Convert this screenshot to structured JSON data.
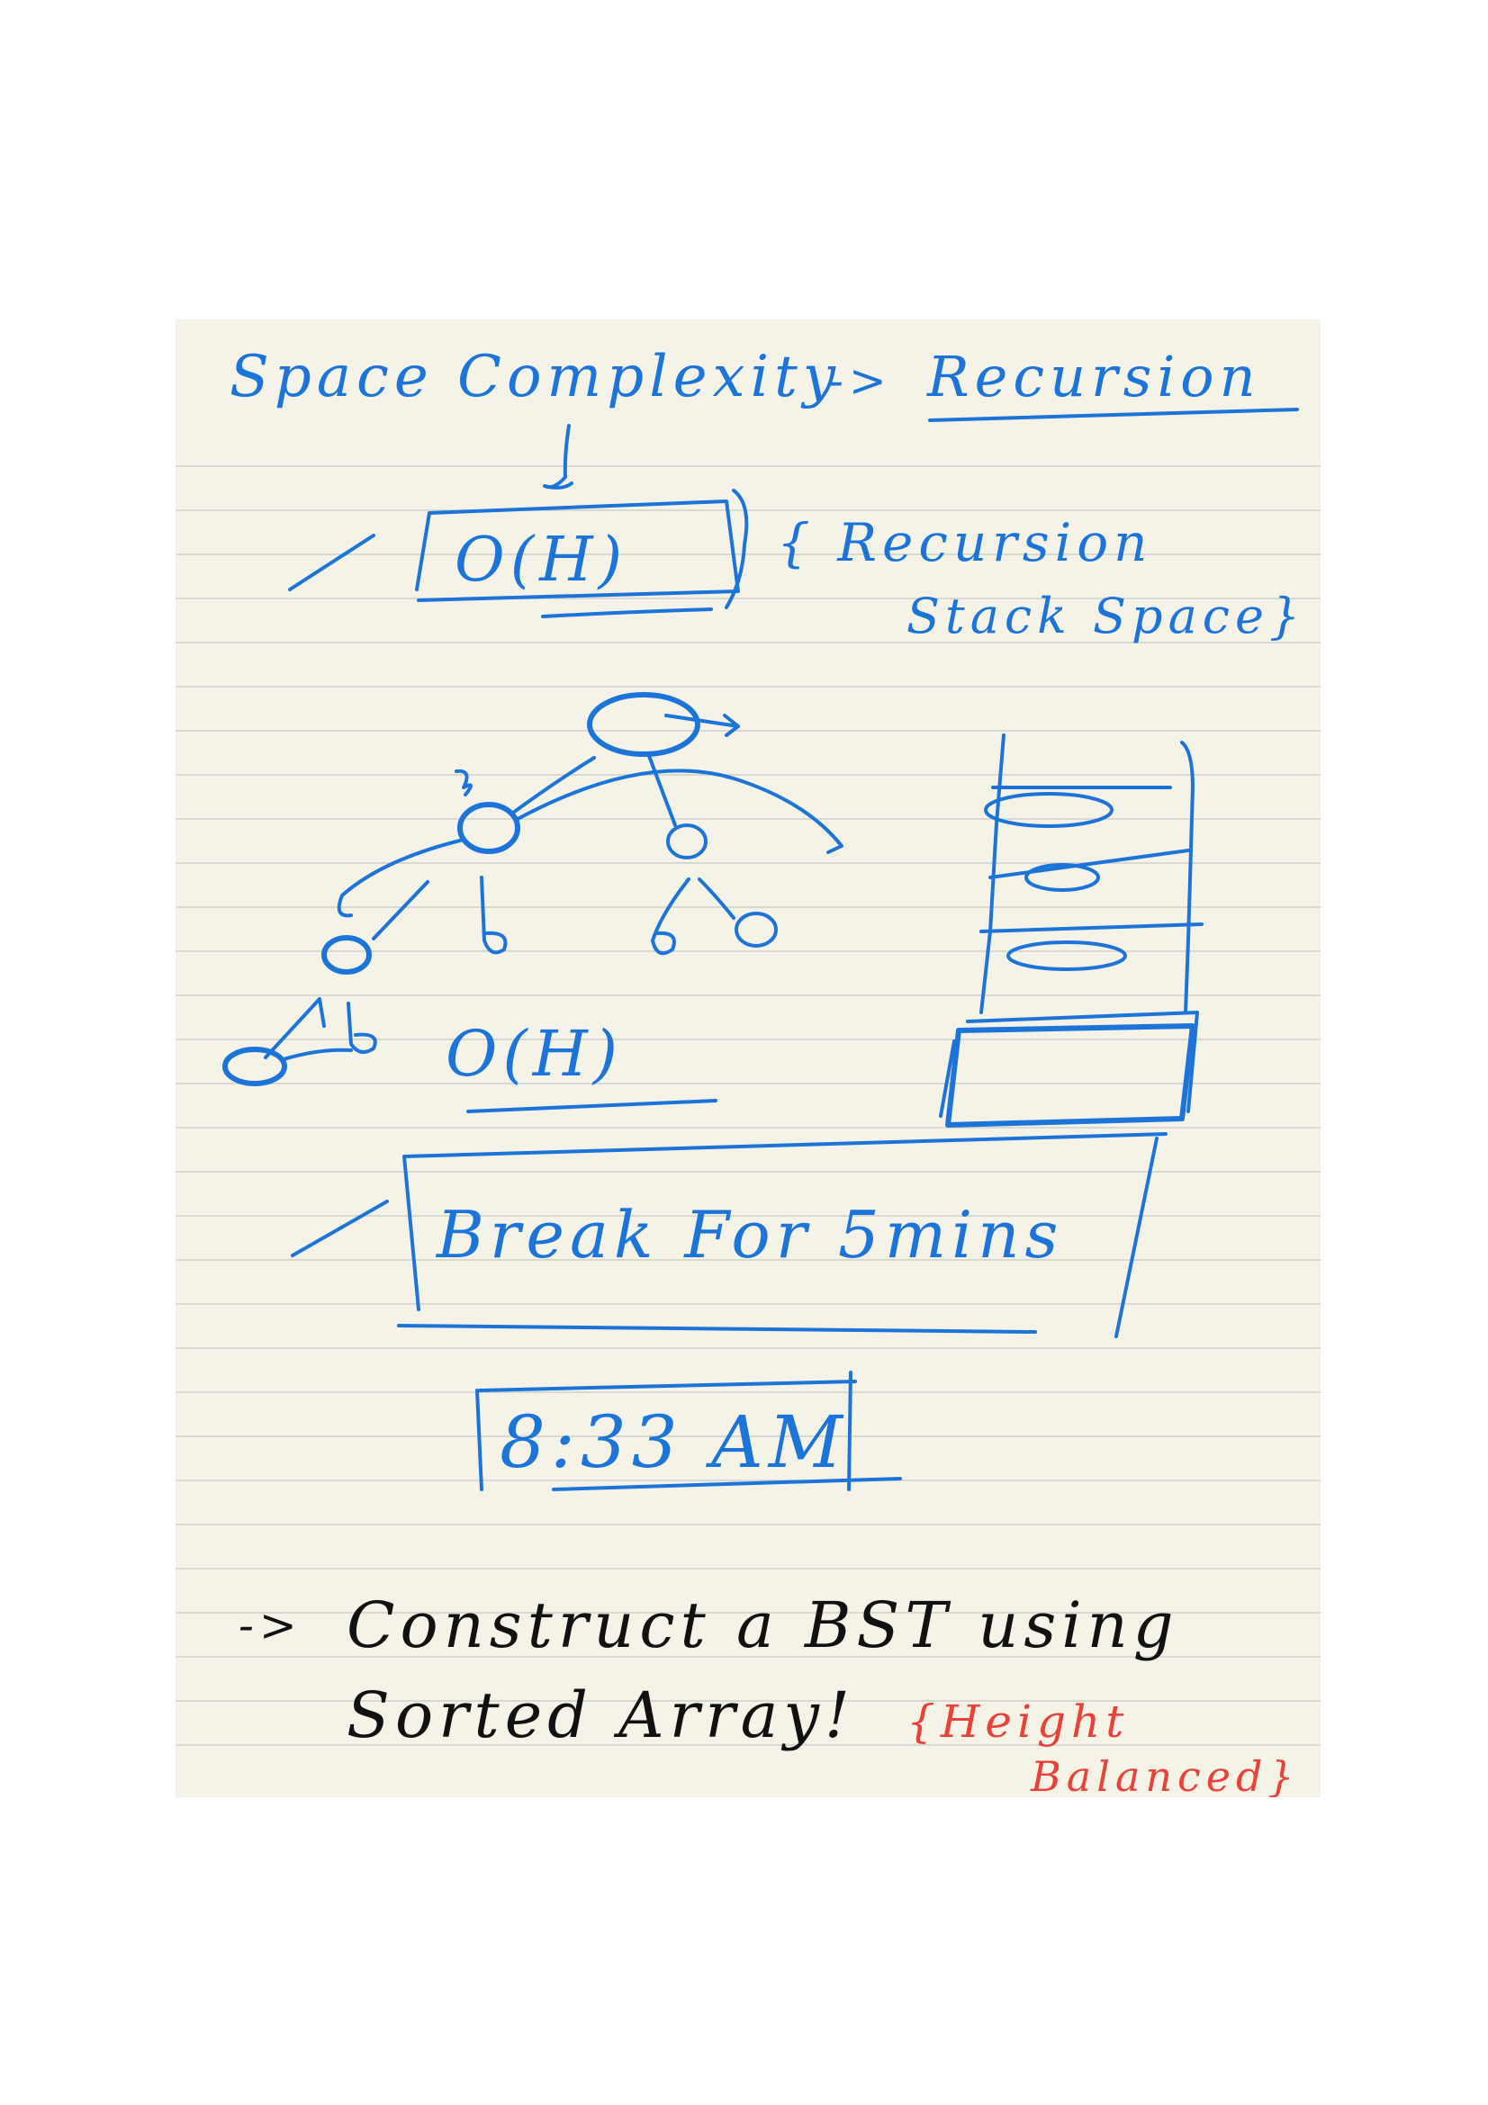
{
  "note": {
    "header_left": "Space Complexity",
    "header_arrow": "->",
    "header_right": "Recursion",
    "complexity_box": "O(H)",
    "stack_note_line1": "{ Recursion",
    "stack_note_line2": "Stack Space}",
    "tree_complexity": "O(H)",
    "break_text": "Break For 5mins",
    "time_text": "8:33 AM",
    "task_arrow": "->",
    "task_line1": "Construct a BST using",
    "task_line2": "Sorted Array!",
    "task_note_line1": "{Height",
    "task_note_line2": "Balanced}"
  },
  "colors": {
    "paper": "#f5f3e7",
    "rule_lines": "#cfd1cc",
    "blue_ink": "#1c74d9",
    "black_ink": "#111111",
    "red_ink": "#e8423b"
  }
}
